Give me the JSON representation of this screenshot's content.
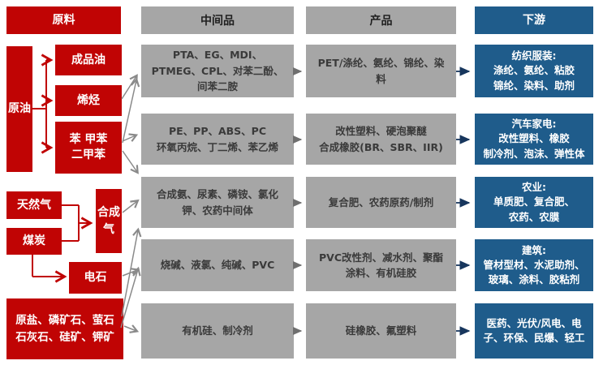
{
  "headers": {
    "raw": "原料",
    "intermediate": "中间品",
    "product": "产品",
    "downstream": "下游"
  },
  "raw_materials": {
    "crude_oil": "原油",
    "refined_oil": "成品油",
    "olefins": "烯烃",
    "aromatics": "苯 甲苯\n二甲苯",
    "natural_gas": "天然气",
    "coal": "煤炭",
    "syngas": "合成气",
    "calcium_carbide": "电石",
    "minerals": "原盐、磷矿石、萤石\n石灰石、硅矿、钾矿"
  },
  "rows": [
    {
      "intermediate": "PTA、EG、MDI、PTMEG、CPL、对苯二酚、间苯二胺",
      "product": "PET/涤纶、氨纶、锦纶、染料",
      "downstream": "纺织服装:\n涤纶、氨纶、粘胶\n锦纶、染料、助剂"
    },
    {
      "intermediate": "PE、PP、ABS、PC\n环氧丙烷、丁二烯、苯乙烯",
      "product": "改性塑料、硬泡聚醚\n合成橡胶(BR、SBR、IIR)",
      "downstream": "汽车家电:\n改性塑料、橡胶\n制冷剂、泡沫、弹性体"
    },
    {
      "intermediate": "合成氨、尿素、磷铵、氯化钾、农药中间体",
      "product": "复合肥、农药原药/制剂",
      "downstream": "农业:\n单质肥、复合肥、\n农药、农膜"
    },
    {
      "intermediate": "烧碱、液氯、纯碱、PVC",
      "product": "PVC改性剂、减水剂、聚酯\n涂料、有机硅胶",
      "downstream": "建筑:\n管材型材、水泥助剂、\n玻璃、涂料、胶粘剂"
    },
    {
      "intermediate": "有机硅、制冷剂",
      "product": "硅橡胶、氟塑料",
      "downstream": "医药、光伏/风电、电子、环保、民爆、轻工"
    }
  ],
  "colors": {
    "raw_red": "#C00404",
    "box_gray": "#A6A6A6",
    "downstream_blue": "#1F5C8B",
    "arrow_gray": "#8A8A8A",
    "arrow_dark": "#17365D"
  }
}
